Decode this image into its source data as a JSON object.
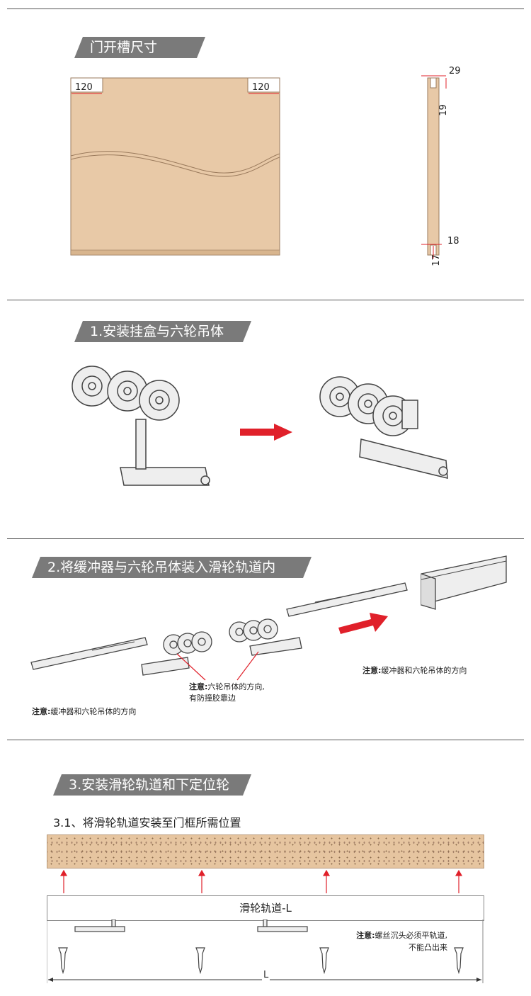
{
  "sections": {
    "door_slot": {
      "title": "门开槽尺寸",
      "dims": {
        "left": "120",
        "right": "120",
        "top_w": "29",
        "top_h": "19",
        "bottom_w": "18",
        "bottom_h": "17"
      }
    },
    "step1": {
      "title": "1.安装挂盒与六轮吊体"
    },
    "step2": {
      "title": "2.将缓冲器与六轮吊体装入滑轮轨道内",
      "note_left_strong": "注意:",
      "note_left": "缓冲器和六轮吊体的方向",
      "note_mid_strong": "注意:",
      "note_mid_line1": "六轮吊体的方向,",
      "note_mid_line2": "有防撞胶靠边",
      "note_right_strong": "注意:",
      "note_right": "缓冲器和六轮吊体的方向"
    },
    "step3": {
      "title": "3.安装滑轮轨道和下定位轮",
      "subtitle": "3.1、将滑轮轨道安装至门框所需位置",
      "track_label": "滑轮轨道-L",
      "note_strong": "注意:",
      "note_line1": "螺丝沉头必须平轨道,",
      "note_line2": "不能凸出来",
      "length_label": "L"
    }
  },
  "colors": {
    "banner": "#7a7a7a",
    "door": "#e8c9a7",
    "arrow": "#e0202a"
  }
}
